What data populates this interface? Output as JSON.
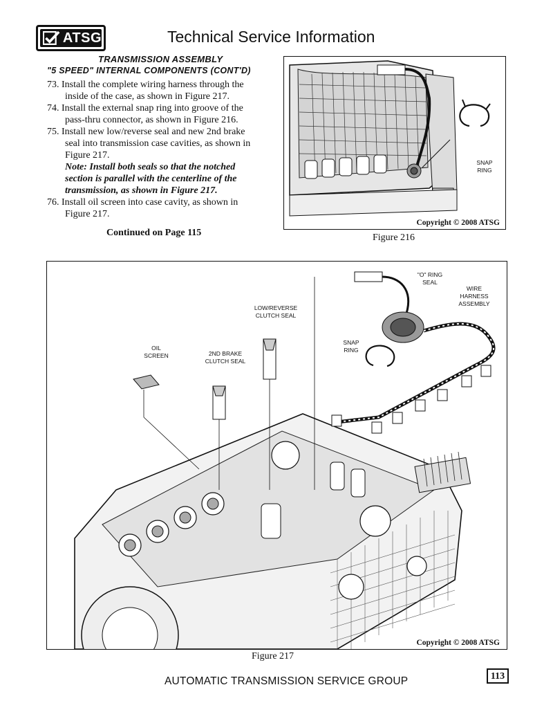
{
  "header": {
    "logo_text": "ATSG",
    "title": "Technical Service Information"
  },
  "section": {
    "title": "TRANSMISSION ASSEMBLY",
    "subtitle": "\"5 SPEED\" INTERNAL COMPONENTS (CONT'D)"
  },
  "steps": [
    {
      "text": "73. Install the complete wiring harness through the inside of the case, as shown in Figure 217."
    },
    {
      "text": "74. Install the external snap ring into groove of the pass-thru connector, as shown in Figure 216."
    },
    {
      "text": "75. Install new low/reverse seal and new 2nd brake seal into transmission case cavities, as shown in Figure 217."
    },
    {
      "note": "Note: Install both seals so that the notched section is parallel with the centerline of the transmission, as shown in Figure 217."
    },
    {
      "text": "76. Install oil screen into case cavity, as shown in Figure 217."
    }
  ],
  "continued": "Continued on Page 115",
  "figure216": {
    "caption": "Figure 216",
    "copyright": "Copyright © 2008 ATSG",
    "labels": {
      "snap_ring": "SNAP\nRING"
    }
  },
  "figure217": {
    "caption": "Figure 217",
    "copyright": "Copyright © 2008 ATSG",
    "labels": {
      "o_ring_seal": "\"O\" RING\nSEAL",
      "wire_harness": "WIRE\nHARNESS\nASSEMBLY",
      "low_reverse_seal": "LOW/REVERSE\nCLUTCH SEAL",
      "snap_ring": "SNAP\nRING",
      "oil_screen": "OIL\nSCREEN",
      "second_brake_seal": "2ND BRAKE\nCLUTCH SEAL"
    }
  },
  "footer": {
    "org": "AUTOMATIC TRANSMISSION SERVICE GROUP",
    "page_number": "113"
  }
}
